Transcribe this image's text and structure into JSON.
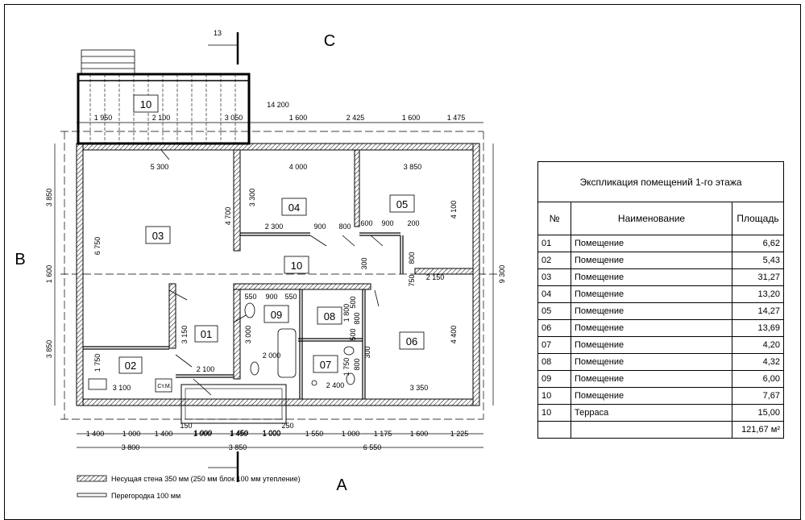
{
  "plan": {
    "axes": {
      "top": "C",
      "left": "B",
      "bottom": "A"
    },
    "section_mark": "13",
    "overall_width": "14 200",
    "overall_height": "9 300",
    "top_dims": [
      "1 950",
      "2 100",
      "3 050",
      "1 600",
      "2 425",
      "1 600",
      "1 475"
    ],
    "bottom_dims_1": [
      "1 400",
      "1 000",
      "1 400",
      "1 000",
      "1 450",
      "1 000",
      "1 550",
      "1 000",
      "1 175",
      "1 600",
      "1 225"
    ],
    "bottom_dims_2": [
      "3 800",
      "3 850",
      "6 550"
    ],
    "left_dims": [
      "3 850",
      "1 600",
      "3 850"
    ],
    "interior": {
      "d5300": "5 300",
      "d4000": "4 000",
      "d3850": "3 850",
      "d3300": "3 300",
      "d4700": "4 700",
      "d6750": "6 750",
      "d2300": "2 300",
      "d900a": "900",
      "d800a": "800",
      "d600": "600",
      "d900b": "900",
      "d200": "200",
      "d4100": "4 100",
      "d300": "300",
      "d800b": "800",
      "d750": "750",
      "d2150": "2 150",
      "d550a": "550",
      "d900c": "900",
      "d550b": "550",
      "d1800": "1 800",
      "d800c": "800",
      "d500a": "500",
      "d500b": "500",
      "d3000": "3 000",
      "d2000": "2 000",
      "d3150": "3 150",
      "d1750a": "1 750",
      "d1750b": "1 750",
      "d2100": "2 100",
      "d3100": "3 100",
      "d2400": "2 400",
      "d3350": "3 350",
      "d4400": "4 400",
      "d800d": "800",
      "d300b": "300",
      "d150": "150",
      "d250": "250",
      "d1000a": "1 000",
      "d1450b": "1 450",
      "d1000b": "1 000",
      "d1000c": "1 000",
      "stm": "Ст.М."
    },
    "rooms": [
      "01",
      "02",
      "03",
      "04",
      "05",
      "06",
      "07",
      "08",
      "09",
      "10",
      "10"
    ]
  },
  "legend": {
    "bearing": "Несущая стена 350 мм (250 мм блок 100 мм утепление)",
    "partition": "Перегородка 100 мм"
  },
  "explication": {
    "title": "Экспликация помещений 1-го этажа",
    "headers": [
      "№",
      "Наименование",
      "Площадь"
    ],
    "rows": [
      [
        "01",
        "Помещение",
        "6,62"
      ],
      [
        "02",
        "Помещение",
        "5,43"
      ],
      [
        "03",
        "Помещение",
        "31,27"
      ],
      [
        "04",
        "Помещение",
        "13,20"
      ],
      [
        "05",
        "Помещение",
        "14,27"
      ],
      [
        "06",
        "Помещение",
        "13,69"
      ],
      [
        "07",
        "Помещение",
        "4,20"
      ],
      [
        "08",
        "Помещение",
        "4,32"
      ],
      [
        "09",
        "Помещение",
        "6,00"
      ],
      [
        "10",
        "Помещение",
        "7,67"
      ],
      [
        "10",
        "Терраса",
        "15,00"
      ]
    ],
    "total": "121,67 м²"
  }
}
